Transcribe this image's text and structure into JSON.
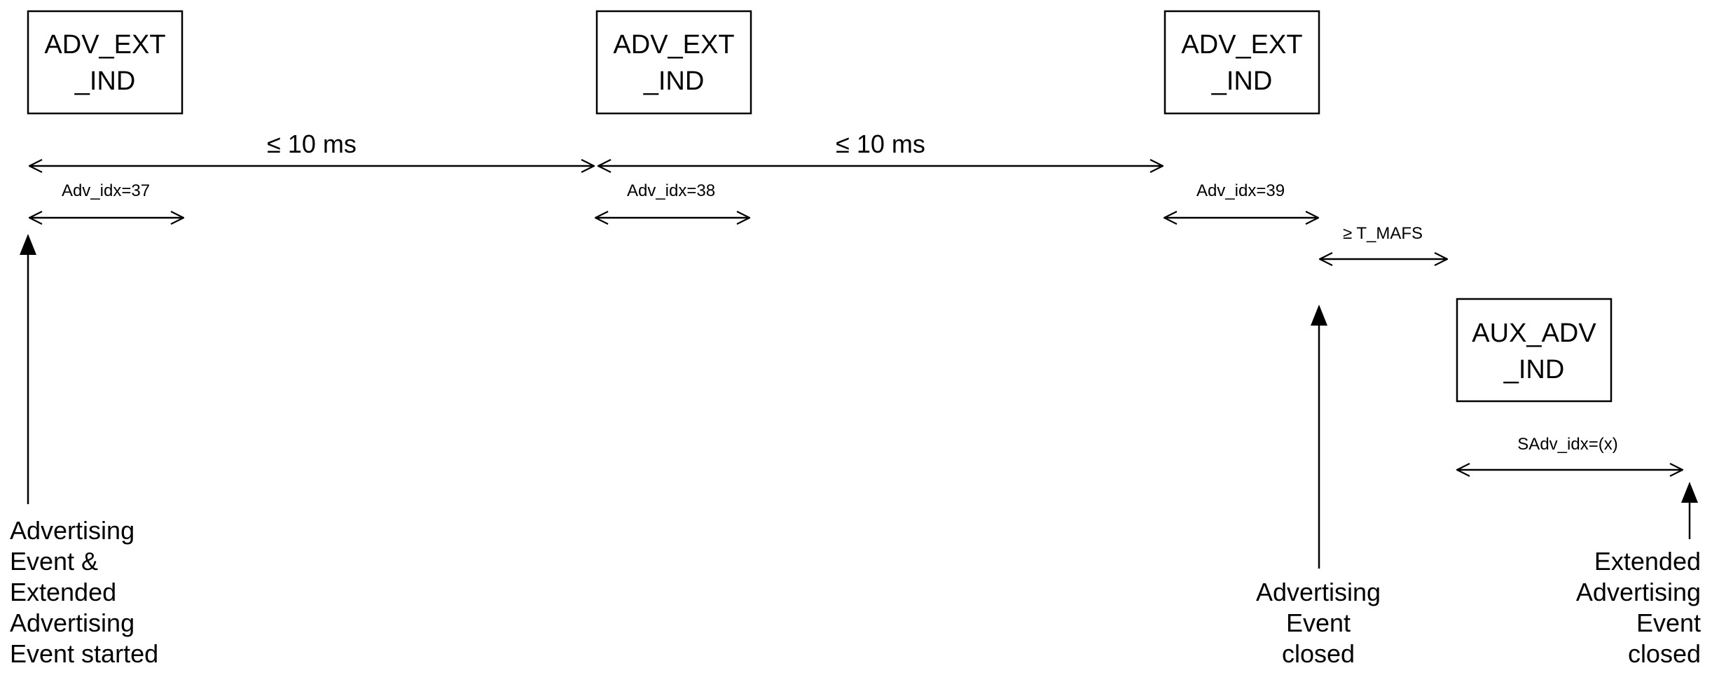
{
  "pdus": [
    {
      "lines": [
        "ADV_EXT",
        "_IND"
      ]
    },
    {
      "lines": [
        "ADV_EXT",
        "_IND"
      ]
    },
    {
      "lines": [
        "ADV_EXT",
        "_IND"
      ]
    },
    {
      "lines": [
        "AUX_ADV",
        "_IND"
      ]
    }
  ],
  "intervals": [
    "≤ 10 ms",
    "≤ 10 ms"
  ],
  "adv_indices": [
    "Adv_idx=37",
    "Adv_idx=38",
    "Adv_idx=39"
  ],
  "mafs_label": "≥ T_MAFS",
  "aux_index": "SAdv_idx=(x)",
  "events": {
    "start": [
      "Advertising",
      "Event &",
      "Extended",
      "Advertising",
      "Event started"
    ],
    "adv_closed": [
      "Advertising",
      "Event",
      "closed"
    ],
    "ext_closed": [
      "Extended",
      "Advertising",
      "Event",
      "closed"
    ]
  }
}
